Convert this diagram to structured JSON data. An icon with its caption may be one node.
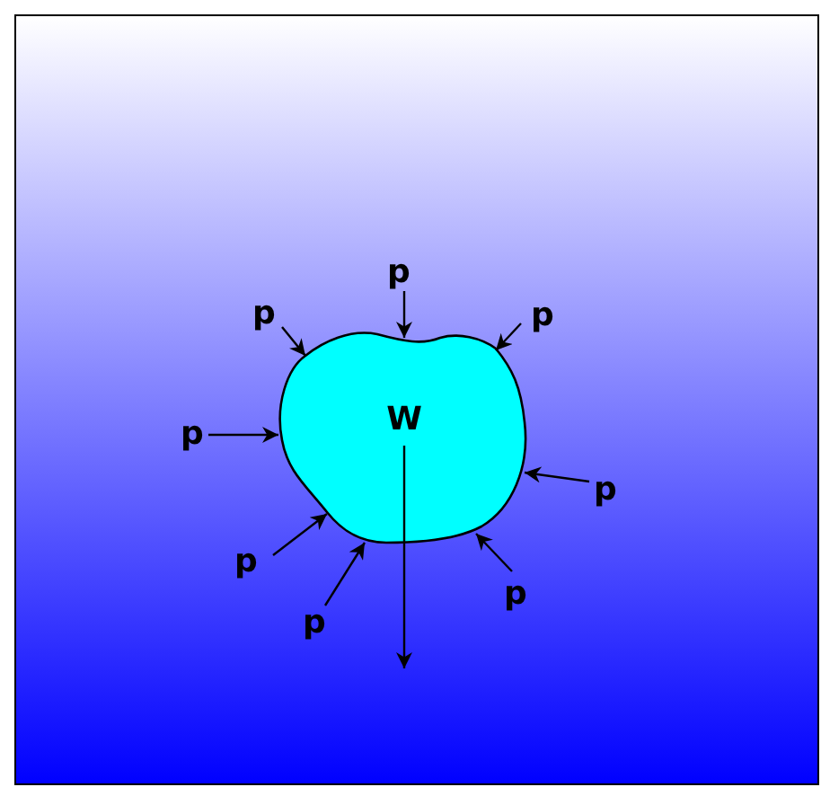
{
  "diagram": {
    "nodes": [
      {
        "text": [
          "W"
        ]
      }
    ],
    "labels": [
      "p",
      "p",
      "p",
      "p",
      "p",
      "p",
      "p",
      "p"
    ]
  }
}
